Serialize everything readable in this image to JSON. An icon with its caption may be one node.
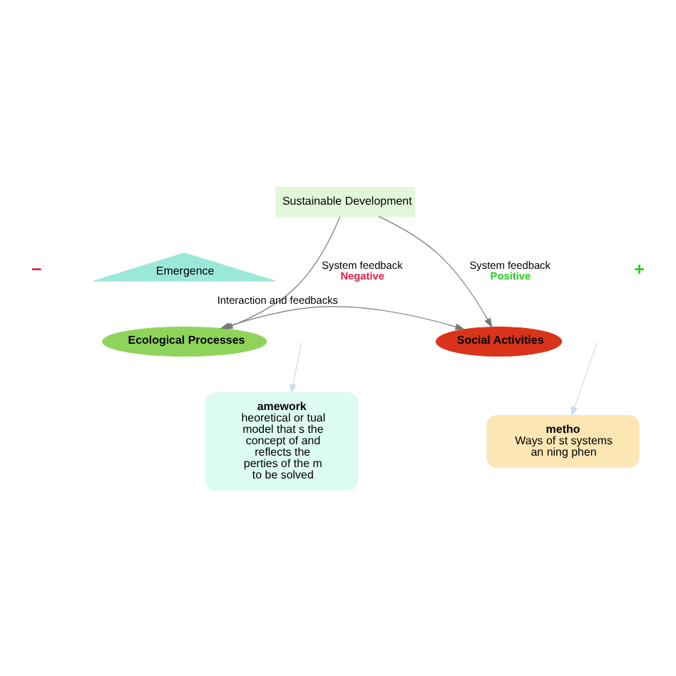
{
  "diagram": {
    "nodes": [
      {
        "text": [
          "Sustainable Development"
        ]
      },
      {
        "text": [
          "Emergence"
        ]
      },
      {
        "text": [
          "Ecological Processes"
        ]
      },
      {
        "text": [
          "Social Activities"
        ]
      },
      {
        "text": [
          "amework",
          "heoretical or tual model that s the concept of and reflects the perties of the m to be solved"
        ]
      },
      {
        "text": [
          "metho",
          "Ways of st systems an ning phen"
        ]
      }
    ],
    "edges": [
      {
        "from": 0,
        "to": 2,
        "arrow": "to",
        "label": "System feedback Negative"
      },
      {
        "from": 0,
        "to": 3,
        "arrow": "to",
        "label": "System feedback Positive"
      },
      {
        "from": 2,
        "to": 3,
        "arrow": "both",
        "label": "Interaction and feedbacks"
      },
      {
        "from": null,
        "to": 4,
        "arrow": "to",
        "color": "#c9ddf5"
      },
      {
        "from": null,
        "to": 5,
        "arrow": "to",
        "color": "#c9ddf5"
      }
    ],
    "labels": [
      "−",
      "+"
    ]
  }
}
